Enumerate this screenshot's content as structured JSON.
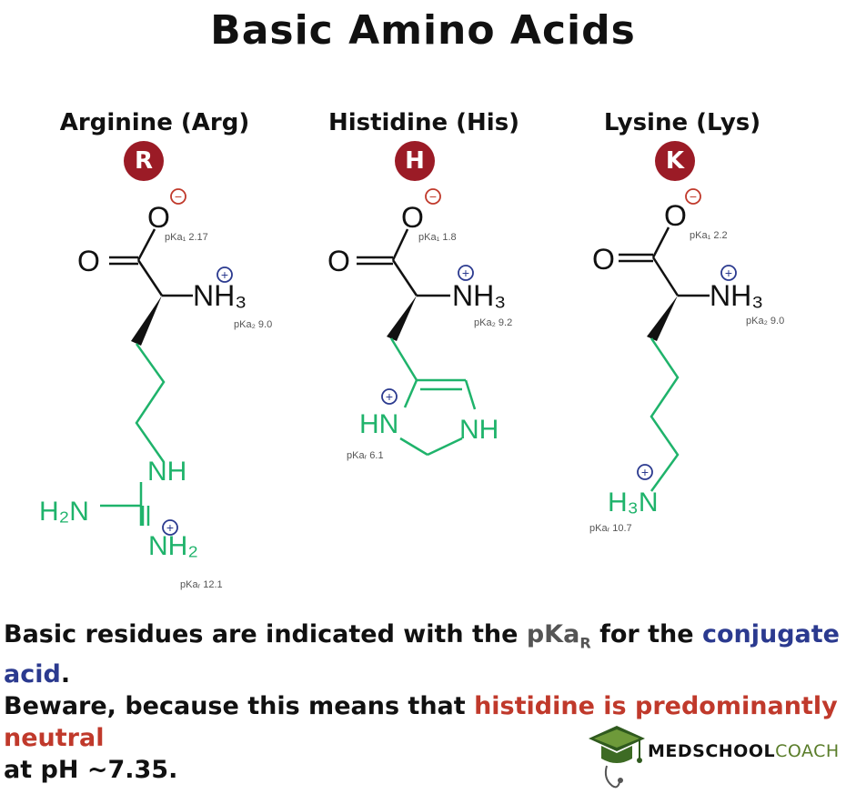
{
  "title": "Basic Amino Acids",
  "amino_acids": [
    {
      "name": "Arginine (Arg)",
      "code": "R",
      "pka1": "pKa₁ 2.17",
      "pka2": "pKa₂ 9.0",
      "pkar": "pKaᵣ 12.1"
    },
    {
      "name": "Histidine (His)",
      "code": "H",
      "pka1": "pKa₁ 1.8",
      "pka2": "pKa₂ 9.2",
      "pkar": "pKaᵣ 6.1"
    },
    {
      "name": "Lysine (Lys)",
      "code": "K",
      "pka1": "pKa₁ 2.2",
      "pka2": "pKa₂ 9.0",
      "pkar": "pKaᵣ 10.7"
    }
  ],
  "atoms": {
    "O": "O",
    "NH3": "NH₃",
    "NH": "NH",
    "H2N": "H₂N",
    "NH2": "NH₂",
    "HN": "HN",
    "H3N": "H₃N",
    "minus": "−",
    "plus": "+"
  },
  "note": {
    "line1_a": "Basic residues are indicated with the ",
    "line1_pka": "pKa",
    "line1_sub": "R",
    "line1_b": " for the ",
    "line1_conj": "conjugate acid",
    "line1_c": ".",
    "line2_a": "Beware, because this means that ",
    "line2_red": "histidine is predominantly neutral",
    "line3": "at pH ~7.35."
  },
  "logo": {
    "bold": "MEDSCHOOL",
    "light": "COACH"
  },
  "colors": {
    "badge": "#9b1b26",
    "sidechain": "#1fb36b",
    "charge": "#2b3a8f",
    "minus": "#c0392b",
    "conjugate": "#2b3a8f",
    "warning": "#c0392b"
  }
}
